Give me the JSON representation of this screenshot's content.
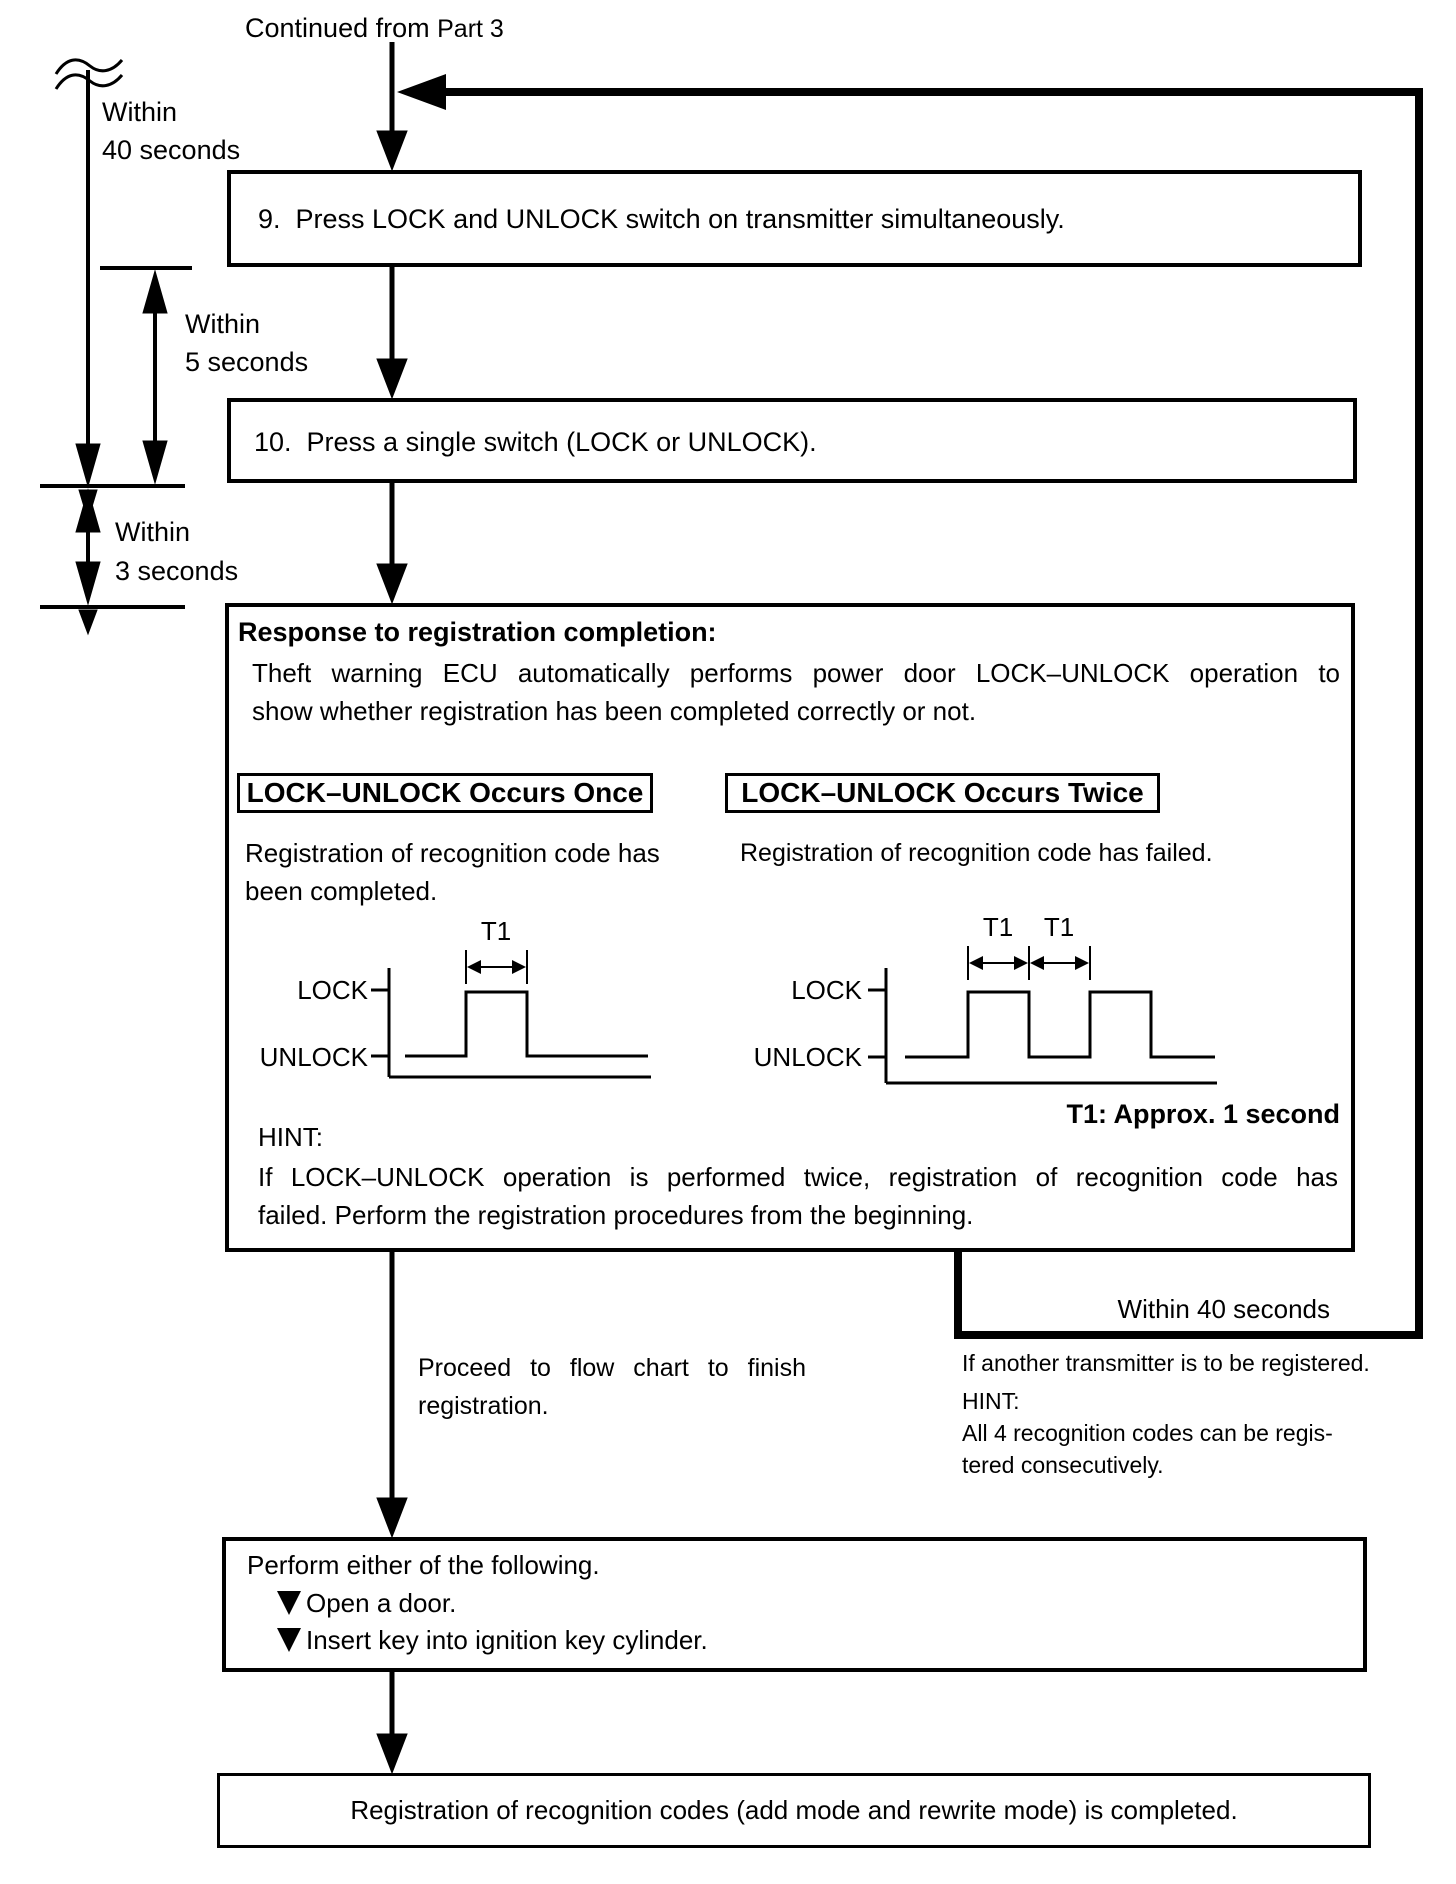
{
  "palette": {
    "ink": "#000000",
    "paper": "#ffffff"
  },
  "header": {
    "continued_prefix": "Continued from",
    "continued_part": "Part 3"
  },
  "timing": {
    "w40": {
      "l1": "Within",
      "l2": "40 seconds"
    },
    "w5": {
      "l1": "Within",
      "l2": "5 seconds"
    },
    "w3": {
      "l1": "Within",
      "l2": "3 seconds"
    },
    "loop": "Within 40 seconds"
  },
  "steps": {
    "s9": "9.  Press LOCK and UNLOCK switch on transmitter simultaneously.",
    "s10": "10.  Press a single switch (LOCK or UNLOCK)."
  },
  "response": {
    "title": "Response to registration completion:",
    "body1": "Theft warning ECU automatically performs power door LOCK–UNLOCK operation to",
    "body2": "show whether registration has been completed correctly or not.",
    "once_heading": "LOCK–UNLOCK Occurs Once",
    "once_desc1": "Registration of recognition code has",
    "once_desc2": "been completed.",
    "twice_heading": "LOCK–UNLOCK Occurs Twice",
    "twice_desc": "Registration of recognition code has failed.",
    "t1_note": "T1: Approx. 1 second",
    "hint_label": "HINT:",
    "hint1": "If LOCK–UNLOCK operation is performed twice, registration of recognition code has",
    "hint2": "failed. Perform the registration procedures from the beginning."
  },
  "waveform_labels": {
    "lock": "LOCK",
    "unlock": "UNLOCK",
    "t1": "T1"
  },
  "branches": {
    "proceed1": "Proceed to flow chart to finish",
    "proceed2": "registration.",
    "another1": "If another transmitter is to be registered.",
    "another_hint": "HINT:",
    "another2": "All 4 recognition codes can be regis-",
    "another3": "tered consecutively."
  },
  "perform": {
    "title": "Perform either of the following.",
    "item1": "Open a door.",
    "item2": "Insert key into ignition key cylinder."
  },
  "final": {
    "text": "Registration of recognition codes (add mode and rewrite mode) is completed."
  }
}
